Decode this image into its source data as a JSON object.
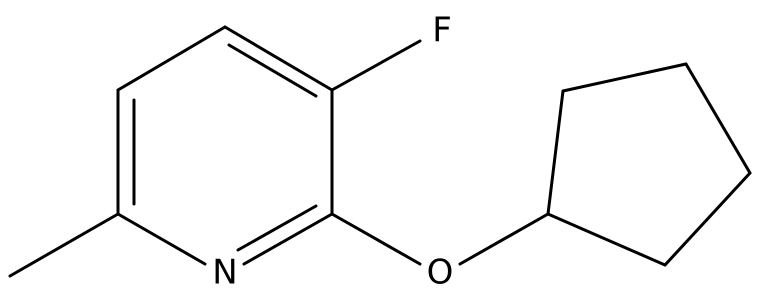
{
  "molecule": {
    "atom_labels": {
      "fluorine": "F",
      "nitrogen": "N",
      "oxygen": "O"
    },
    "colors": {
      "bond": "#000000",
      "background": "#ffffff"
    }
  }
}
